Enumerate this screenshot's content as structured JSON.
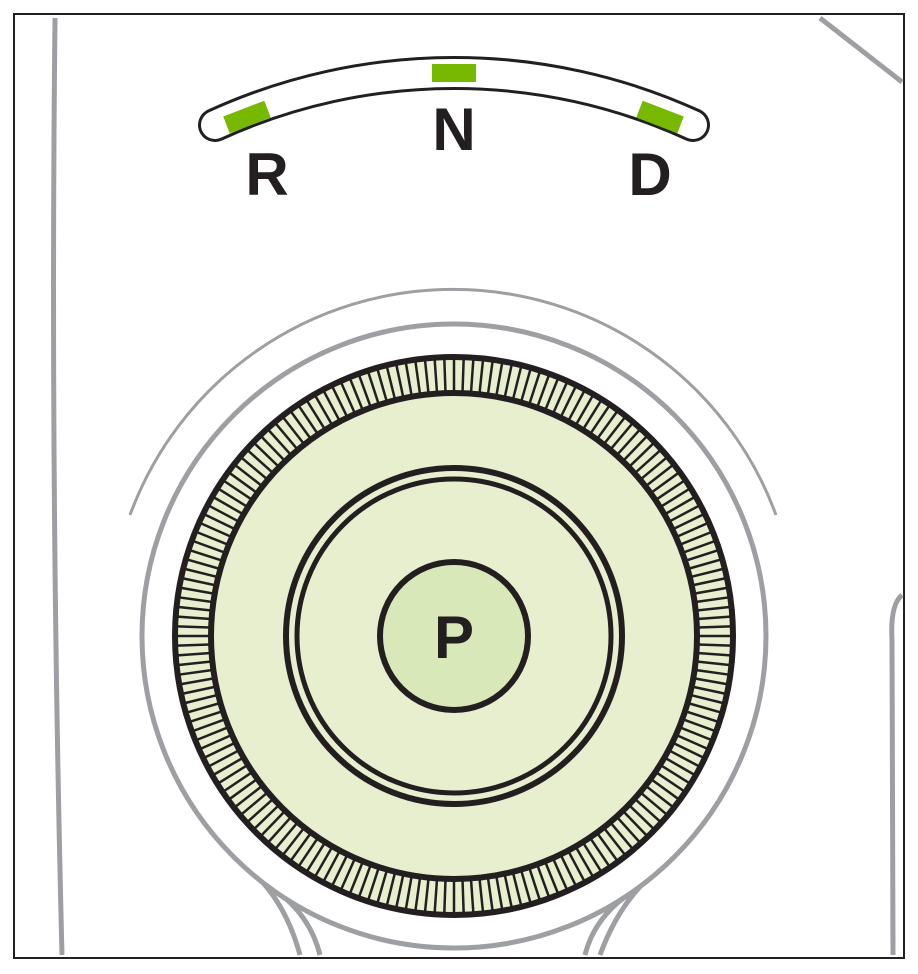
{
  "shifter": {
    "positions": {
      "reverse": "R",
      "neutral": "N",
      "drive": "D"
    },
    "dial_label": "P"
  },
  "colors": {
    "indicator": "#76b900",
    "knob_fill": "#e7efce",
    "center_fill": "#d9e8b8",
    "outline": "#231f20",
    "housing": "#9d9fa2"
  }
}
